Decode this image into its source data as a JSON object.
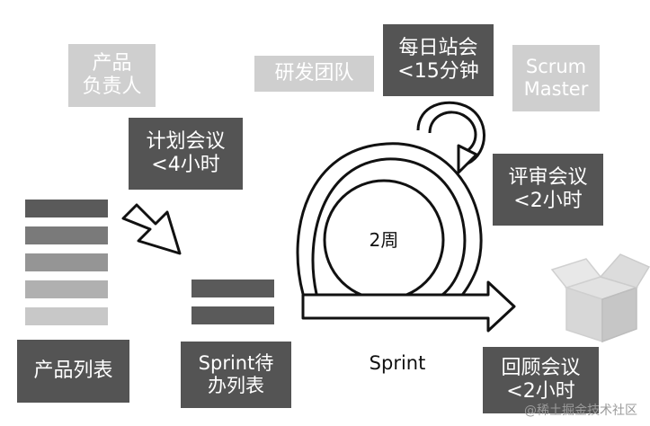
{
  "labels": {
    "product_owner": "产品\n负责人",
    "dev_team": "研发团队",
    "daily_standup": "每日站会\n<15分钟",
    "scrum_master": "Scrum\nMaster",
    "planning_meeting": "计划会议\n<4小时",
    "review_meeting": "评审会议\n<2小时",
    "cycle_length": "2周",
    "product_backlog": "产品列表",
    "sprint_backlog": "Sprint待\n办列表",
    "sprint": "Sprint",
    "retrospective": "回顾会议\n<2小时",
    "watermark": "@稀土掘金技术社区"
  },
  "colors": {
    "light_box": "#cfcfcf",
    "dark_box": "#545454",
    "stack": [
      "#5a5a5a",
      "#7a7a7a",
      "#959595",
      "#b0b0b0",
      "#c8c8c8"
    ]
  }
}
